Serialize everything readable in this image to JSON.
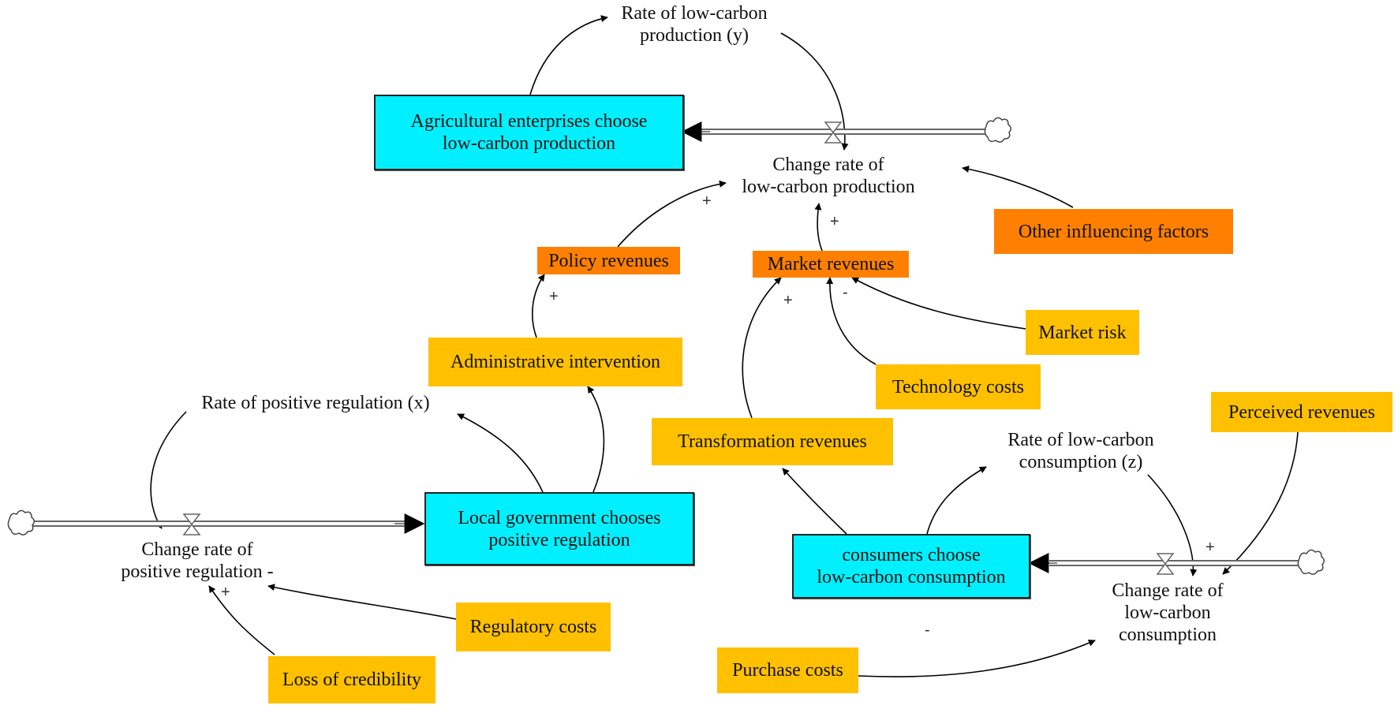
{
  "diagram": {
    "type": "system-dynamics-stock-flow",
    "stocks": {
      "enterprises": "Agricultural enterprises choose low-carbon production",
      "enterprises_l1": "Agricultural enterprises choose",
      "enterprises_l2": "low-carbon production",
      "government_l1": "Local government chooses",
      "government_l2": "positive regulation",
      "consumers_l1": "consumers choose",
      "consumers_l2": "low-carbon consumption"
    },
    "rates": {
      "y_l1": "Rate of low-carbon",
      "y_l2": "production (y)",
      "x": "Rate of positive regulation (x)",
      "z_l1": "Rate of low-carbon",
      "z_l2": "consumption (z)"
    },
    "flows": {
      "prod_l1": "Change rate of",
      "prod_l2": "low-carbon production",
      "reg_l1": "Change rate of",
      "reg_l2": "positive regulation -",
      "cons_l1": "Change rate of",
      "cons_l2": "low-carbon",
      "cons_l3": "consumption"
    },
    "auxiliaries": {
      "policy_revenues": "Policy revenues",
      "market_revenues": "Market revenues",
      "other_factors": "Other influencing factors",
      "admin_intervention": "Administrative intervention",
      "market_risk": "Market risk",
      "technology_costs": "Technology costs",
      "transformation_revenues": "Transformation revenues",
      "perceived_revenues": "Perceived revenues",
      "regulatory_costs": "Regulatory costs",
      "loss_credibility": "Loss of credibility",
      "purchase_costs": "Purchase costs"
    },
    "polarities": {
      "plus": "+",
      "minus": "-"
    },
    "colors": {
      "stock": "#00f0ff",
      "aux_primary": "#ff8000",
      "aux_secondary": "#ffc000",
      "line": "#000000"
    }
  }
}
